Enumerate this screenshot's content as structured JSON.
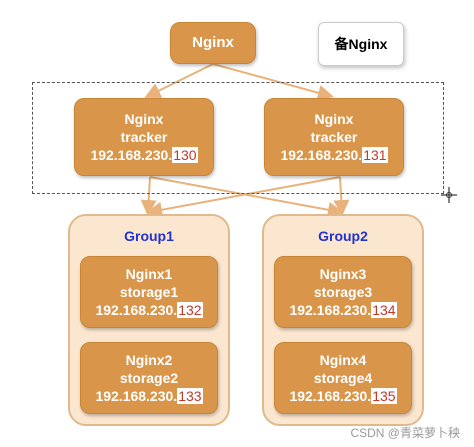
{
  "top_node": {
    "label": "Nginx"
  },
  "backup_node": {
    "label": "备Nginx"
  },
  "trackers": [
    {
      "line1": "Nginx",
      "line2": "tracker",
      "ip_prefix": "192.168.230.",
      "ip_suffix": "130"
    },
    {
      "line1": "Nginx",
      "line2": "tracker",
      "ip_prefix": "192.168.230.",
      "ip_suffix": "131"
    }
  ],
  "groups": [
    {
      "title": "Group1",
      "nodes": [
        {
          "line1": "Nginx1",
          "line2": "storage1",
          "ip_prefix": "192.168.230.",
          "ip_suffix": "132"
        },
        {
          "line1": "Nginx2",
          "line2": "storage2",
          "ip_prefix": "192.168.230.",
          "ip_suffix": "133"
        }
      ]
    },
    {
      "title": "Group2",
      "nodes": [
        {
          "line1": "Nginx3",
          "line2": "storage3",
          "ip_prefix": "192.168.230.",
          "ip_suffix": "134"
        },
        {
          "line1": "Nginx4",
          "line2": "storage4",
          "ip_prefix": "192.168.230.",
          "ip_suffix": "135"
        }
      ]
    }
  ],
  "watermark": "CSDN @青菜萝卜秧",
  "colors": {
    "node_fill": "#d9964a",
    "group_fill": "#fbe6cf",
    "group_title": "#2233cc",
    "ip_suffix_text": "#c0392b",
    "arrow": "#e8b27a"
  }
}
